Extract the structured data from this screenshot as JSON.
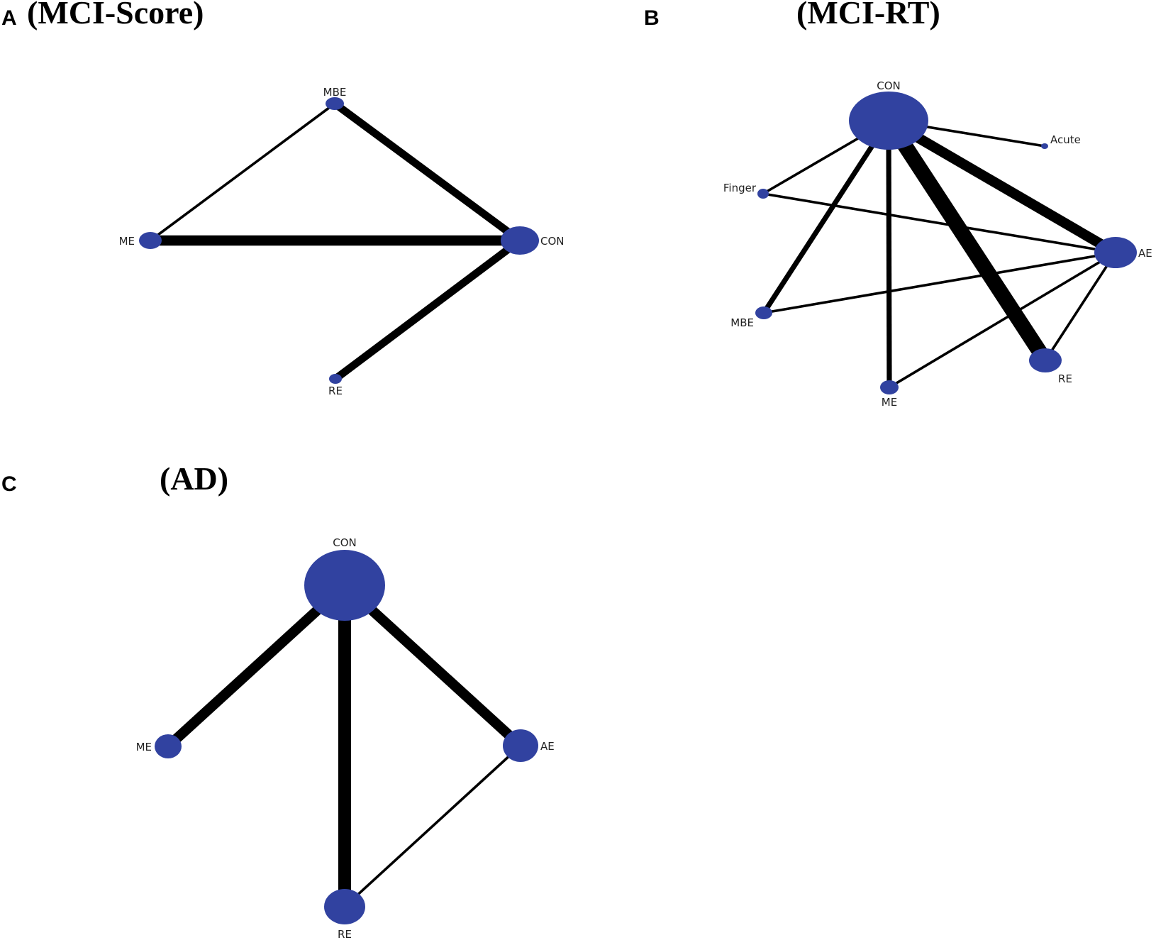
{
  "colors": {
    "node": "#3142a0",
    "edge": "#000000",
    "background": "#ffffff"
  },
  "panels": [
    {
      "id": "A",
      "letter": "A",
      "title": "(MCI-Score)",
      "nodes": [
        {
          "id": "MBE",
          "label": "MBE"
        },
        {
          "id": "ME",
          "label": "ME"
        },
        {
          "id": "CON",
          "label": "CON"
        },
        {
          "id": "RE",
          "label": "RE"
        }
      ],
      "edges": [
        {
          "from": "MBE",
          "to": "ME",
          "weight": 1
        },
        {
          "from": "MBE",
          "to": "CON",
          "weight": 3
        },
        {
          "from": "ME",
          "to": "CON",
          "weight": 4
        },
        {
          "from": "CON",
          "to": "RE",
          "weight": 3
        }
      ]
    },
    {
      "id": "B",
      "letter": "B",
      "title": "(MCI-RT)",
      "nodes": [
        {
          "id": "CON",
          "label": "CON"
        },
        {
          "id": "Acute",
          "label": "Acute"
        },
        {
          "id": "Finger",
          "label": "Finger"
        },
        {
          "id": "AE",
          "label": "AE"
        },
        {
          "id": "MBE",
          "label": "MBE"
        },
        {
          "id": "RE",
          "label": "RE"
        },
        {
          "id": "ME",
          "label": "ME"
        }
      ],
      "edges": [
        {
          "from": "CON",
          "to": "Acute",
          "weight": 1
        },
        {
          "from": "CON",
          "to": "Finger",
          "weight": 1
        },
        {
          "from": "CON",
          "to": "AE",
          "weight": 4
        },
        {
          "from": "CON",
          "to": "MBE",
          "weight": 2
        },
        {
          "from": "CON",
          "to": "ME",
          "weight": 2
        },
        {
          "from": "CON",
          "to": "RE",
          "weight": 6
        },
        {
          "from": "Finger",
          "to": "AE",
          "weight": 1
        },
        {
          "from": "MBE",
          "to": "AE",
          "weight": 1
        },
        {
          "from": "ME",
          "to": "AE",
          "weight": 1
        },
        {
          "from": "RE",
          "to": "AE",
          "weight": 1
        }
      ]
    },
    {
      "id": "C",
      "letter": "C",
      "title": "(AD)",
      "nodes": [
        {
          "id": "CON",
          "label": "CON"
        },
        {
          "id": "ME",
          "label": "ME"
        },
        {
          "id": "AE",
          "label": "AE"
        },
        {
          "id": "RE",
          "label": "RE"
        }
      ],
      "edges": [
        {
          "from": "CON",
          "to": "ME",
          "weight": 4
        },
        {
          "from": "CON",
          "to": "RE",
          "weight": 5
        },
        {
          "from": "CON",
          "to": "AE",
          "weight": 4
        },
        {
          "from": "AE",
          "to": "RE",
          "weight": 1
        }
      ]
    }
  ]
}
